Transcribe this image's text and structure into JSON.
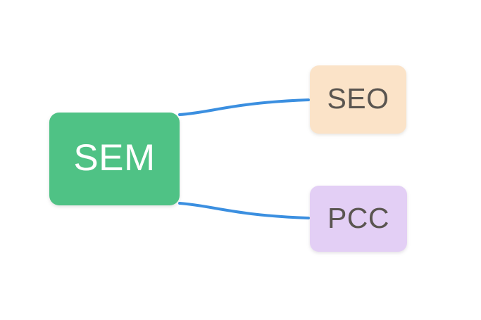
{
  "diagram": {
    "type": "mind-map",
    "background_color": "#FFFFFF",
    "root": {
      "id": "sem",
      "label": "SEM",
      "fill_color": "#4FC285",
      "text_color": "#FFFFFF"
    },
    "children": [
      {
        "id": "seo",
        "label": "SEO",
        "fill_color": "#FBE3C8",
        "text_color": "#5A5550"
      },
      {
        "id": "pcc",
        "label": "PCC",
        "fill_color": "#E3CFF5",
        "text_color": "#5A5550"
      }
    ],
    "connectors": [
      {
        "id": "sem-to-seo",
        "from": "sem",
        "to": "seo",
        "color": "#3B8FE0",
        "width": 4
      },
      {
        "id": "sem-to-pcc",
        "from": "sem",
        "to": "pcc",
        "color": "#3B8FE0",
        "width": 4
      }
    ]
  }
}
